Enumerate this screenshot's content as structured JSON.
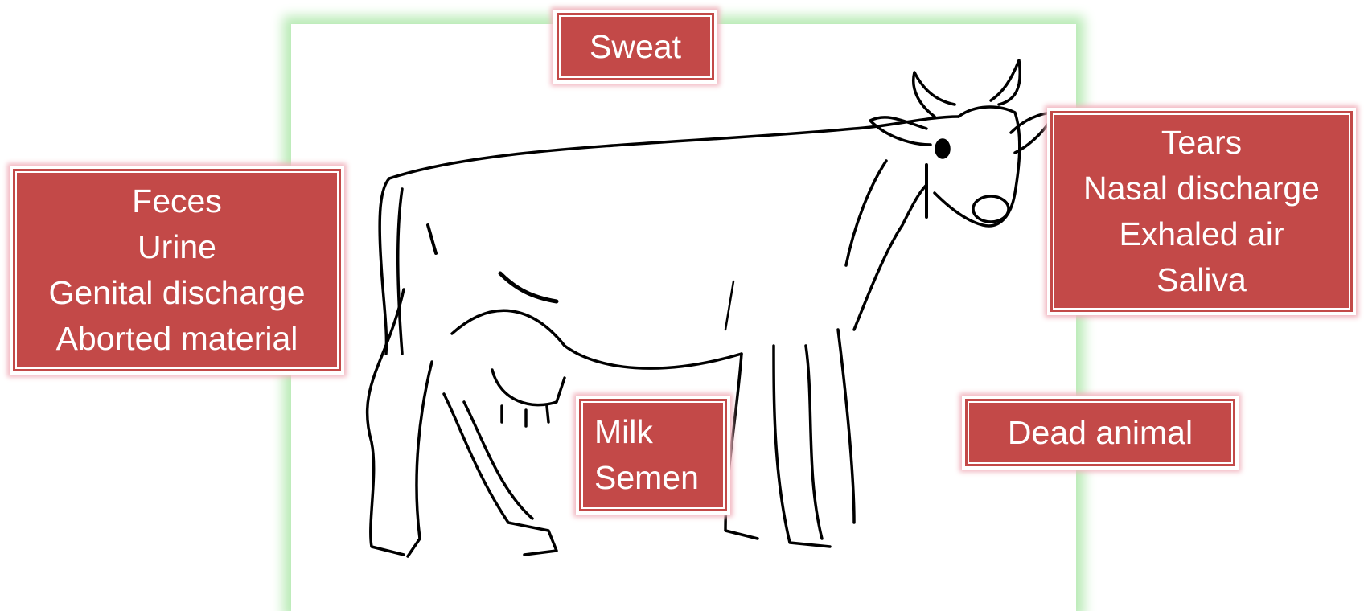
{
  "image": {
    "subject": "cow-line-drawing"
  },
  "labels": {
    "sweat": [
      "Sweat"
    ],
    "excretions": [
      "Feces",
      "Urine",
      "Genital discharge",
      "Aborted material"
    ],
    "head": [
      "Tears",
      "Nasal discharge",
      "Exhaled air",
      "Saliva"
    ],
    "secretions": [
      "Milk",
      "Semen"
    ],
    "carcass": [
      "Dead animal"
    ]
  },
  "colors": {
    "box_fill": "#c34948",
    "box_glow": "#f1b5bf",
    "frame_glow": "#b9ebb6",
    "text": "#ffffff"
  }
}
